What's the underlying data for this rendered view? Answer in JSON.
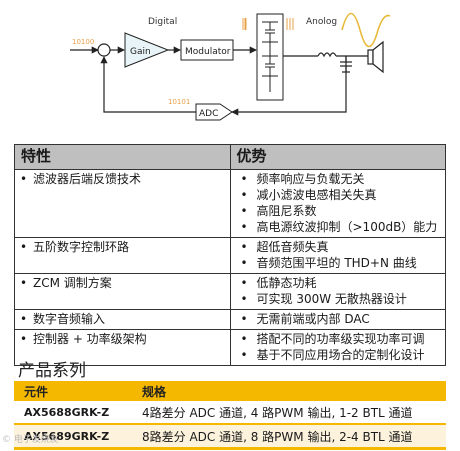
{
  "diagram": {
    "digital_label": "Digital",
    "analog_label": "Anolog",
    "input_code": "10100",
    "feedback_code": "10101",
    "gain_label": "Gain",
    "modulator_label": "Modulator",
    "adc_label": "ADC",
    "colors": {
      "accent": "#e8a04a",
      "line": "#222222",
      "sine": "#e8b93a",
      "gain_fill": "#e8f4f7"
    }
  },
  "features_table": {
    "headers": [
      "特性",
      "优势"
    ],
    "rows": [
      {
        "feature": "滤波器后端反馈技术",
        "benefits": [
          "频率响应与负载无关",
          "减小滤波电感相关失真",
          "高阻尼系数",
          "高电源纹波抑制（>100dB）能力"
        ]
      },
      {
        "feature": "五阶数字控制环路",
        "benefits": [
          "超低音频失真",
          "音频范围平坦的 THD+N 曲线"
        ]
      },
      {
        "feature": "ZCM 调制方案",
        "benefits": [
          "低静态功耗",
          "可实现 300W 无散热器设计"
        ]
      },
      {
        "feature": "数字音频输入",
        "benefits": [
          "无需前端或内部 DAC"
        ]
      },
      {
        "feature": "控制器 + 功率级架构",
        "benefits": [
          "搭配不同的功率级实现功率可调",
          "基于不同应用场合的定制化设计"
        ]
      }
    ],
    "bullet": "•"
  },
  "series": {
    "title": "产品系列",
    "headers": [
      "元件",
      "规格"
    ],
    "rows": [
      {
        "model": "AX5688GRK-Z",
        "spec": "4路差分 ADC 通道, 4 路PWM 输出, 1-2 BTL 通道"
      },
      {
        "model": "AX5689GRK-Z",
        "spec": "8路差分 ADC 通道, 8 路PWM 输出, 2-4 BTL 通道"
      }
    ],
    "accent": "#f5b800"
  },
  "watermark": "© 电子发烧友"
}
